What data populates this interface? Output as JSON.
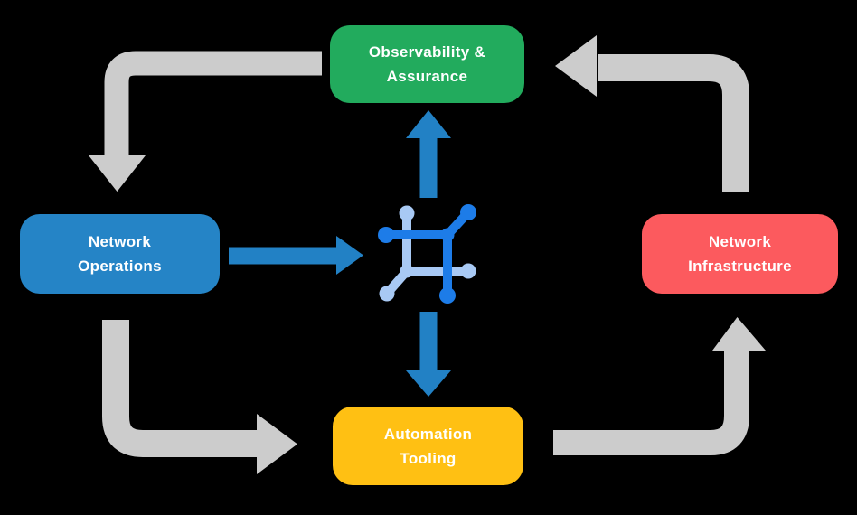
{
  "colors": {
    "background": "#000000",
    "text": "#FFFFFF",
    "arrow_gray": "#CCCCCC",
    "arrow_blue": "#2281C5",
    "icon_dark_blue": "#1D7CE8",
    "icon_light_blue": "#A8C9F4"
  },
  "nodes": [
    {
      "id": "observability-assurance",
      "line1": "Observability &",
      "line2": "Assurance",
      "color": "#22AB5D"
    },
    {
      "id": "network-operations",
      "line1": "Network",
      "line2": "Operations",
      "color": "#2584C6"
    },
    {
      "id": "network-infrastructure",
      "line1": "Network",
      "line2": "Infrastructure",
      "color": "#FC5A5E"
    },
    {
      "id": "automation-tooling",
      "line1": "Automation",
      "line2": "Tooling",
      "color": "#FFC013"
    }
  ],
  "center_icon": {
    "name": "network-mesh-icon"
  },
  "arrows": [
    {
      "id": "observability-to-network-operations",
      "style": "gray-cycle",
      "direction": "left-then-down"
    },
    {
      "id": "network-operations-to-automation-tooling",
      "style": "gray-cycle",
      "direction": "down-then-right"
    },
    {
      "id": "automation-tooling-to-network-infrastructure",
      "style": "gray-cycle",
      "direction": "right-then-up"
    },
    {
      "id": "network-infrastructure-to-observability",
      "style": "gray-cycle",
      "direction": "up-then-left"
    },
    {
      "id": "network-operations-to-center",
      "style": "blue-straight",
      "direction": "right"
    },
    {
      "id": "center-to-observability",
      "style": "blue-straight",
      "direction": "up"
    },
    {
      "id": "center-to-automation-tooling",
      "style": "blue-straight",
      "direction": "down"
    }
  ]
}
